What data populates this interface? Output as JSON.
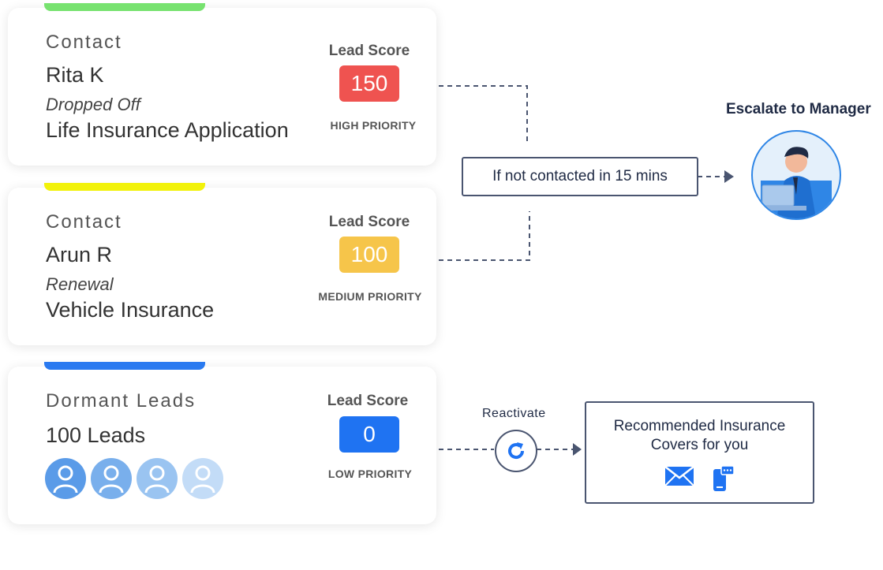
{
  "cards": [
    {
      "kind": "Contact",
      "name": "Rita K",
      "status": "Dropped Off",
      "product": "Life Insurance Application",
      "score_label": "Lead Score",
      "score": "150",
      "priority": "HIGH PRIORITY",
      "accent_color": "#77e26f",
      "score_color": "#ef5350"
    },
    {
      "kind": "Contact",
      "name": "Arun R",
      "status": "Renewal",
      "product": "Vehicle Insurance",
      "score_label": "Lead Score",
      "score": "100",
      "priority": "MEDIUM PRIORITY",
      "accent_color": "#f2f20a",
      "score_color": "#f6c54a"
    },
    {
      "kind": "Dormant Leads",
      "name": "100 Leads",
      "score_label": "Lead Score",
      "score": "0",
      "priority": "LOW PRIORITY",
      "accent_color": "#2a7af0",
      "score_color": "#1f73f2",
      "avatar_icons": [
        "user-avatar",
        "user-avatar",
        "user-avatar",
        "user-avatar"
      ]
    }
  ],
  "condition_box": "If not contacted in 15 mins",
  "escalate_label": "Escalate to Manager",
  "reactivate_label": "Reactivate",
  "recommend_box": "Recommended Insurance Covers for you",
  "recommend_icons": [
    "email-icon",
    "mobile-message-icon"
  ],
  "colors": {
    "line": "#4a5570",
    "dark_text": "#1f2a44",
    "manager_ring": "#2f86e6"
  }
}
